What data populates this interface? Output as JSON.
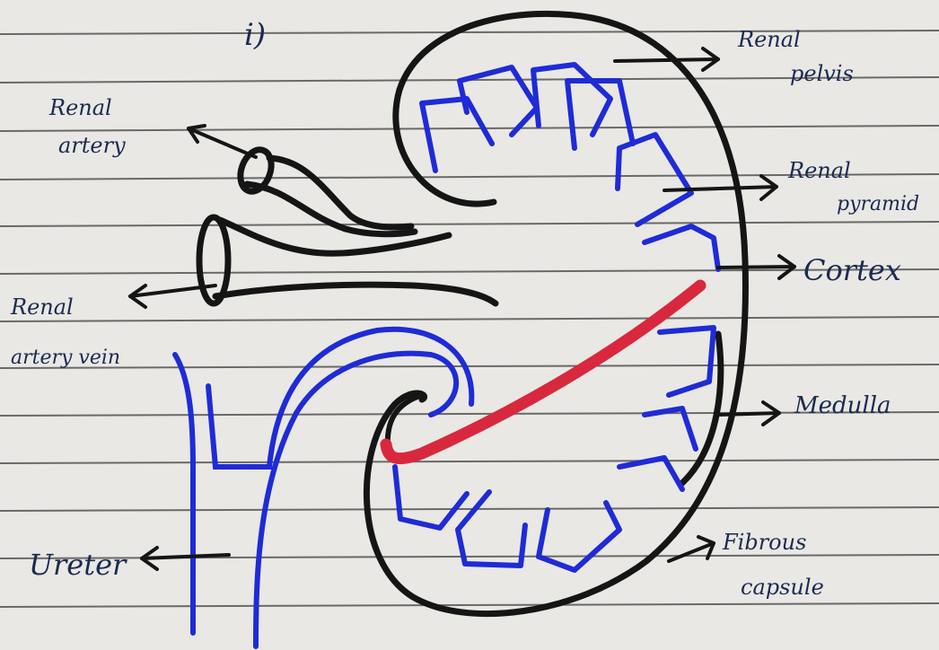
{
  "page": {
    "marker": "i)",
    "paper_color": "#e9e8e4",
    "rule_color": "#3f3f3f",
    "ink_black": "#151515",
    "ink_blue": "#1f2bd6",
    "ink_label": "#1b2a52",
    "ink_red": "#d8283e"
  },
  "labels": {
    "renal_artery": [
      "Renal",
      "artery"
    ],
    "renal_artery_vein": [
      "Renal",
      "artery vein"
    ],
    "ureter": "Ureter",
    "renal_pelvis": [
      "Renal",
      "pelvis"
    ],
    "renal_pyramid": [
      "Renal",
      "pyramid"
    ],
    "cortex": "Cortex",
    "medulla": "Medulla",
    "fibrous_capsule": [
      "Fibrous",
      "capsule"
    ]
  }
}
